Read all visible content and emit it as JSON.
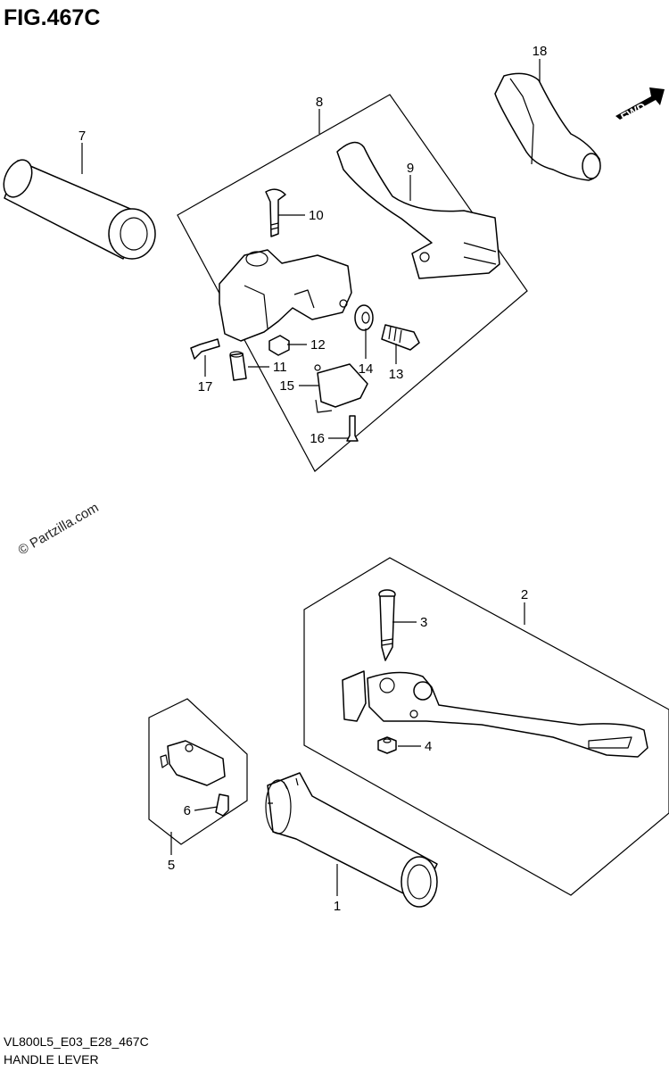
{
  "figure": {
    "title": "FIG.467C",
    "code": "VL800L5_E03_E28_467C",
    "name": "HANDLE LEVER",
    "watermark": "© Partzilla.com",
    "direction_label": "FWD"
  },
  "callouts": [
    "1",
    "2",
    "3",
    "4",
    "5",
    "6",
    "7",
    "8",
    "9",
    "10",
    "11",
    "12",
    "13",
    "14",
    "15",
    "16",
    "17",
    "18"
  ]
}
